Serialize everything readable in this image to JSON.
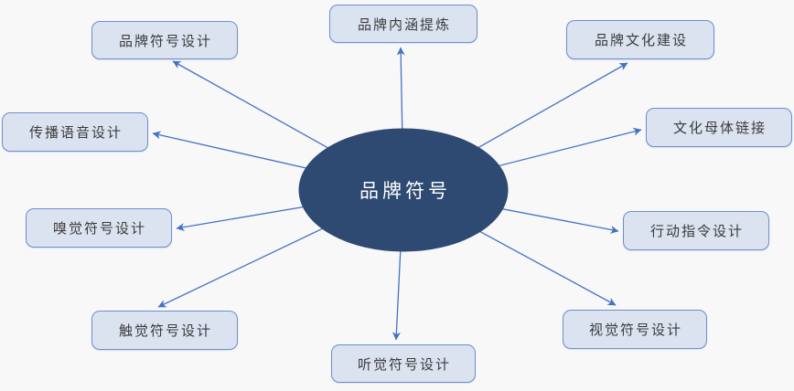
{
  "diagram": {
    "type": "radial-mind-map",
    "center": {
      "label": "品牌符号"
    },
    "nodes": [
      {
        "id": "brand-symbol-design",
        "label": "品牌符号设计"
      },
      {
        "id": "brand-connotation-refine",
        "label": "品牌内涵提炼"
      },
      {
        "id": "brand-culture-building",
        "label": "品牌文化建设"
      },
      {
        "id": "communication-voice-design",
        "label": "传播语音设计"
      },
      {
        "id": "culture-matrix-link",
        "label": "文化母体链接"
      },
      {
        "id": "olfactory-symbol-design",
        "label": "嗅觉符号设计"
      },
      {
        "id": "action-command-design",
        "label": "行动指令设计"
      },
      {
        "id": "tactile-symbol-design",
        "label": "触觉符号设计"
      },
      {
        "id": "auditory-symbol-design",
        "label": "听觉符号设计"
      },
      {
        "id": "visual-symbol-design",
        "label": "视觉符号设计"
      }
    ]
  },
  "colors": {
    "background": "#f8f8f9",
    "node_fill": "#dbe2f0",
    "node_border": "#6f8fcb",
    "node_text": "#3b3b3b",
    "connector": "#4472c4",
    "center_fill": "#2e4a72",
    "center_text": "#ffffff"
  }
}
